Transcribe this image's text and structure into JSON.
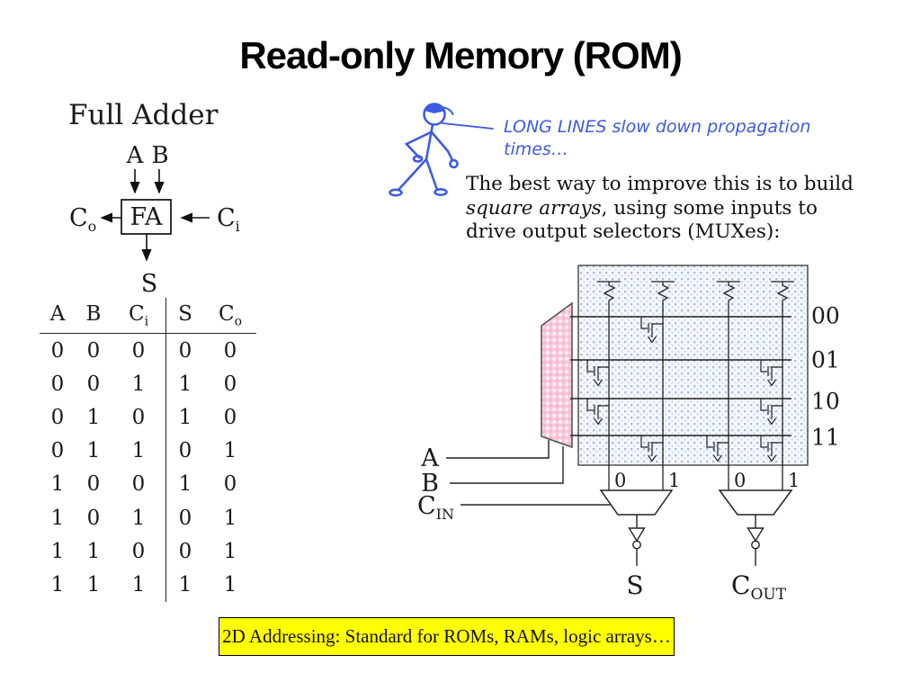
{
  "title": "Read-only Memory (ROM)",
  "full_adder": {
    "heading": "Full Adder",
    "input_a": "A",
    "input_b": "B",
    "box_label": "FA",
    "carry_out": {
      "base": "C",
      "sub": "o"
    },
    "carry_in": {
      "base": "C",
      "sub": "i"
    },
    "sum": "S"
  },
  "truth_table": {
    "headers": [
      {
        "base": "A",
        "sub": ""
      },
      {
        "base": "B",
        "sub": ""
      },
      {
        "base": "C",
        "sub": "i"
      },
      {
        "base": "S",
        "sub": ""
      },
      {
        "base": "C",
        "sub": "o"
      }
    ],
    "rows": [
      [
        "0",
        "0",
        "0",
        "0",
        "0"
      ],
      [
        "0",
        "0",
        "1",
        "1",
        "0"
      ],
      [
        "0",
        "1",
        "0",
        "1",
        "0"
      ],
      [
        "0",
        "1",
        "1",
        "0",
        "1"
      ],
      [
        "1",
        "0",
        "0",
        "1",
        "0"
      ],
      [
        "1",
        "0",
        "1",
        "0",
        "1"
      ],
      [
        "1",
        "1",
        "0",
        "0",
        "1"
      ],
      [
        "1",
        "1",
        "1",
        "1",
        "1"
      ]
    ]
  },
  "callout": {
    "lines": [
      "LONG LINES slow down propagation",
      "times…"
    ]
  },
  "paragraph": {
    "line1": "The best way to improve this is to build",
    "line2_italic": "square arrays",
    "line2_rest": ", using some inputs to",
    "line3": "drive output selectors (MUXes):"
  },
  "rom_diagram": {
    "row_labels": [
      "00",
      "01",
      "10",
      "11"
    ],
    "mux_input_labels": [
      "0",
      "1",
      "0",
      "1"
    ],
    "inputs": {
      "a": "A",
      "b": "B",
      "cin_base": "C",
      "cin_sub": "IN"
    },
    "outputs": {
      "sum": "S",
      "cout_base": "C",
      "cout_sub": "OUT"
    },
    "cells": [
      [
        0,
        1,
        0,
        0
      ],
      [
        1,
        0,
        0,
        1
      ],
      [
        1,
        0,
        0,
        1
      ],
      [
        0,
        1,
        1,
        1
      ]
    ],
    "colors": {
      "stick_blue": "#3d5be0",
      "array_fill": "#f4f7fc",
      "array_dot": "#a9bcde",
      "decoder_pink": "#f9c9dc",
      "banner_yellow": "#ffff00"
    }
  },
  "banner": {
    "text": "2D Addressing: Standard for ROMs, RAMs, logic arrays…"
  }
}
